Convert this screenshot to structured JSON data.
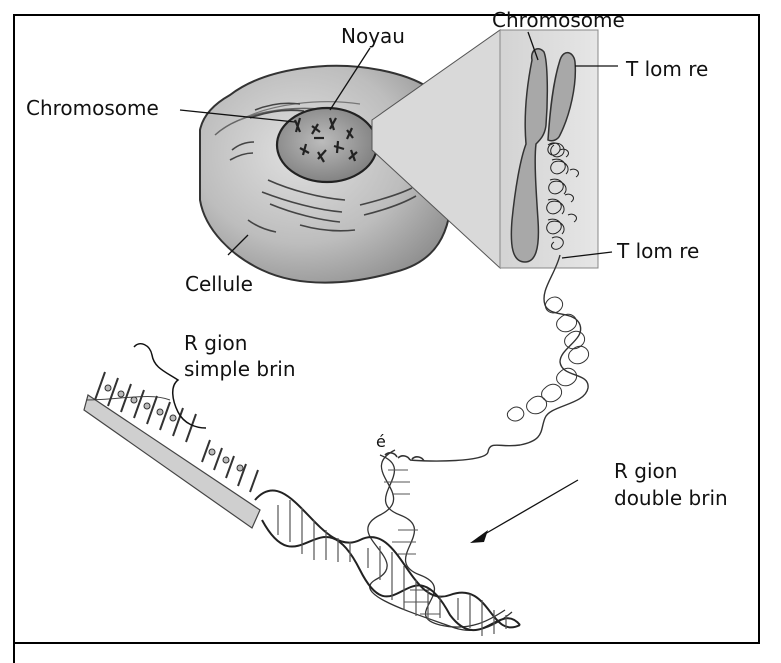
{
  "labels": {
    "noyau": "Noyau",
    "chromosome_left": "Chromosome",
    "chromosome_top": "Chromosome",
    "telomere_top": "T lom re",
    "telomere_bottom": "T lom re",
    "cellule": "Cellule",
    "region_simple_line1": "R gion",
    "region_simple_line2": "simple brin",
    "region_double_line1": "R gion",
    "region_double_line2": "double brin",
    "stray_e": "é"
  },
  "colors": {
    "frame": "#000000",
    "cell_fill": "#b9b9b9",
    "nucleus_fill": "#9a9a9a",
    "chromosome_fill": "#a6a6a6",
    "zoom_panel": "#dcdcdc"
  }
}
